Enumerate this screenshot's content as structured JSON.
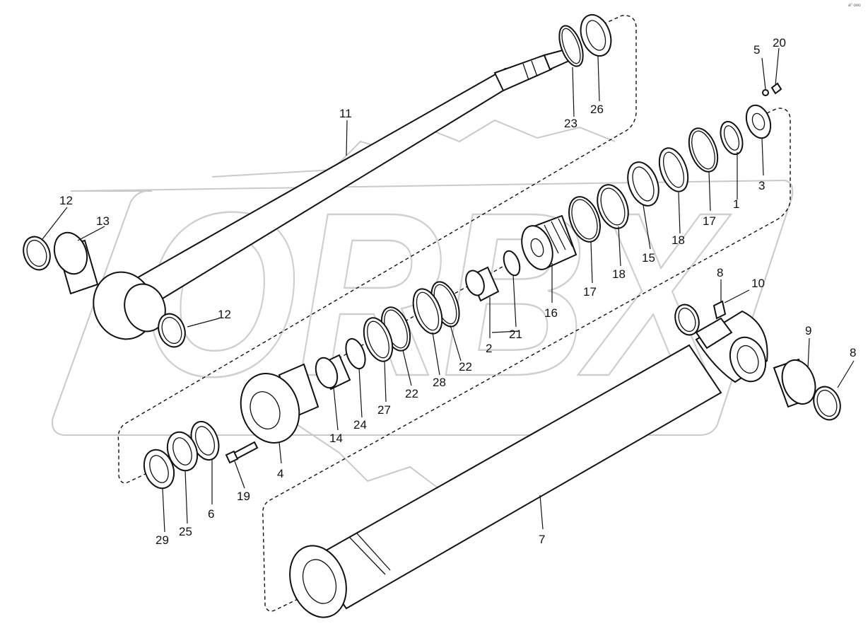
{
  "watermark": {
    "text": "ORBX"
  },
  "corner_text": "a⁰ ooo",
  "labels": [
    {
      "id": "p1",
      "text": "1"
    },
    {
      "id": "p2",
      "text": "2"
    },
    {
      "id": "p3",
      "text": "3"
    },
    {
      "id": "p4",
      "text": "4"
    },
    {
      "id": "p5",
      "text": "5"
    },
    {
      "id": "p6",
      "text": "6"
    },
    {
      "id": "p7",
      "text": "7"
    },
    {
      "id": "p8a",
      "text": "8"
    },
    {
      "id": "p8b",
      "text": "8"
    },
    {
      "id": "p9",
      "text": "9"
    },
    {
      "id": "p10",
      "text": "10"
    },
    {
      "id": "p11",
      "text": "11"
    },
    {
      "id": "p12a",
      "text": "12"
    },
    {
      "id": "p12b",
      "text": "12"
    },
    {
      "id": "p13",
      "text": "13"
    },
    {
      "id": "p14",
      "text": "14"
    },
    {
      "id": "p15",
      "text": "15"
    },
    {
      "id": "p16",
      "text": "16"
    },
    {
      "id": "p17a",
      "text": "17"
    },
    {
      "id": "p17b",
      "text": "17"
    },
    {
      "id": "p18a",
      "text": "18"
    },
    {
      "id": "p18b",
      "text": "18"
    },
    {
      "id": "p19",
      "text": "19"
    },
    {
      "id": "p20",
      "text": "20"
    },
    {
      "id": "p21",
      "text": "21"
    },
    {
      "id": "p22a",
      "text": "22"
    },
    {
      "id": "p22b",
      "text": "22"
    },
    {
      "id": "p23",
      "text": "23"
    },
    {
      "id": "p24",
      "text": "24"
    },
    {
      "id": "p25",
      "text": "25"
    },
    {
      "id": "p26",
      "text": "26"
    },
    {
      "id": "p27",
      "text": "27"
    },
    {
      "id": "p28",
      "text": "28"
    },
    {
      "id": "p29",
      "text": "29"
    }
  ]
}
